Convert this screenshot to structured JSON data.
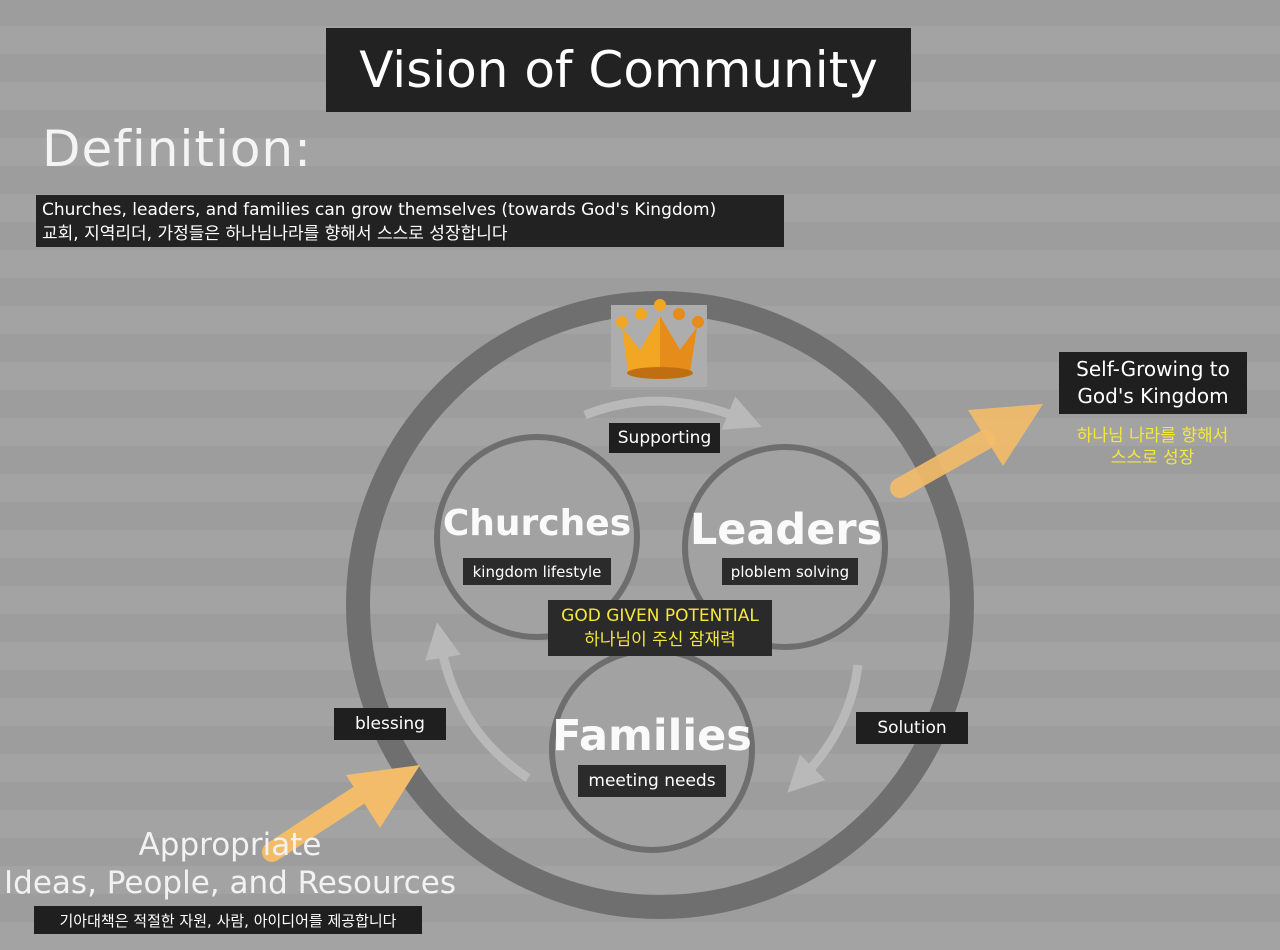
{
  "title": "Vision of Community",
  "definition": {
    "heading": "Definition:",
    "line_en": "Churches, leaders, and families can grow themselves (towards God's Kingdom)",
    "line_kr": "교회, 지역리더, 가정들은 하나님나라를 향해서 스스로 성장합니다"
  },
  "cycle": {
    "top_label": "Supporting",
    "left_label": "blessing",
    "right_label": "Solution"
  },
  "circles": {
    "churches": {
      "title": "Churches",
      "subtitle": "kingdom lifestyle"
    },
    "leaders": {
      "title": "Leaders",
      "subtitle": "ploblem solving"
    },
    "families": {
      "title": "Families",
      "subtitle": "meeting needs"
    }
  },
  "potential": {
    "en": "GOD GIVEN POTENTIAL",
    "kr": "하나님이 주신 잠재력"
  },
  "output": {
    "line1": "Self-Growing to",
    "line2": "God's Kingdom",
    "kr_line1": "하나님 나라를 향해서",
    "kr_line2": "스스로 성장"
  },
  "input": {
    "line1": "Appropriate",
    "line2": "Ideas, People, and Resources",
    "kr": "기아대책은 적절한 자원, 사람, 아이디어를 제공합니다"
  },
  "colors": {
    "crown": "#f3a624",
    "arrow": "#f2bc6a",
    "highlight_text": "#f5e83a",
    "box_bg": "#1f1f1f"
  },
  "icons": [
    "crown-icon",
    "input-arrow-icon",
    "output-arrow-icon"
  ]
}
